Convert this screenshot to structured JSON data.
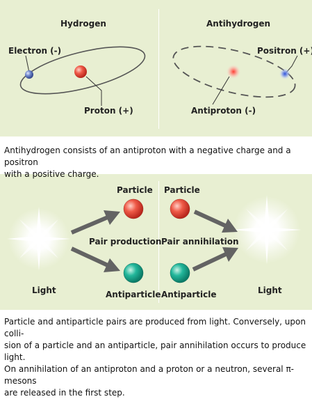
{
  "top": {
    "left_title": "Hydrogen",
    "right_title": "Antihydrogen",
    "electron": "Electron (-)",
    "proton": "Proton (+)",
    "positron": "Positron (+)",
    "antiproton": "Antiproton (-)"
  },
  "caption1": {
    "line1": "Antihydrogen consists of an antiproton with a negative charge and a positron",
    "line2": "with a positive charge."
  },
  "bottom": {
    "particle_left": "Particle",
    "particle_right": "Particle",
    "pair_production": "Pair production",
    "pair_annihilation": "Pair annihilation",
    "light_left": "Light",
    "light_right": "Light",
    "antiparticle_left": "Antiparticle",
    "antiparticle_right": "Antiparticle"
  },
  "caption2": {
    "line1": "Particle and antiparticle pairs are produced from light. Conversely, upon colli-",
    "line2": "sion of a particle and an antiparticle, pair annihilation occurs to produce light.",
    "line3": "On annihilation of an antiproton and a proton or a neutron, several π-mesons",
    "line4": "are released in the first step."
  },
  "colors": {
    "panel_bg": "#e8efd2",
    "particle": "#e8473a",
    "antiparticle": "#1aa98f",
    "electron": "#6b83c9",
    "arrow": "#636363"
  }
}
